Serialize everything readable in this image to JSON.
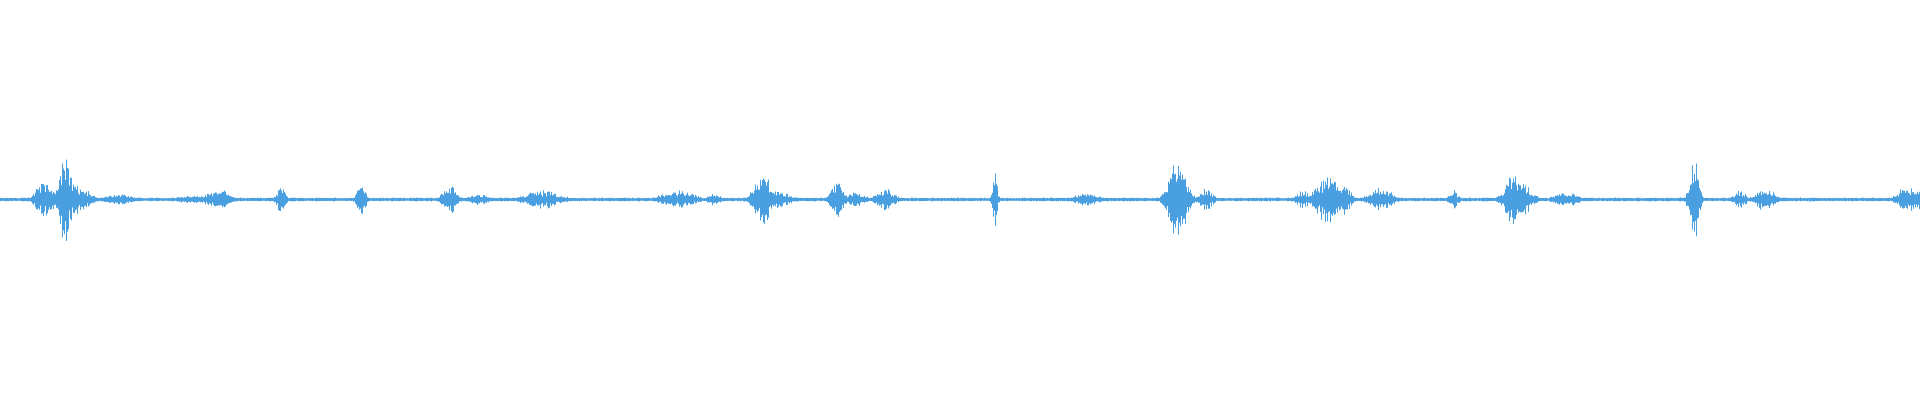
{
  "waveform": {
    "color": "#4a9fe0",
    "background": "#ffffff",
    "baseline_level": 0.0,
    "duration_fraction_markers": [],
    "bursts": [
      {
        "t": 0.023,
        "amp": 0.1,
        "spread": 0.004
      },
      {
        "t": 0.034,
        "amp": 0.24,
        "spread": 0.003
      },
      {
        "t": 0.038,
        "amp": 0.1,
        "spread": 0.004
      },
      {
        "t": 0.043,
        "amp": 0.06,
        "spread": 0.004
      },
      {
        "t": 0.062,
        "amp": 0.03,
        "spread": 0.006
      },
      {
        "t": 0.099,
        "amp": 0.02,
        "spread": 0.006
      },
      {
        "t": 0.112,
        "amp": 0.04,
        "spread": 0.006
      },
      {
        "t": 0.115,
        "amp": 0.06,
        "spread": 0.003
      },
      {
        "t": 0.146,
        "amp": 0.07,
        "spread": 0.002
      },
      {
        "t": 0.188,
        "amp": 0.08,
        "spread": 0.002
      },
      {
        "t": 0.234,
        "amp": 0.09,
        "spread": 0.003
      },
      {
        "t": 0.249,
        "amp": 0.03,
        "spread": 0.004
      },
      {
        "t": 0.282,
        "amp": 0.05,
        "spread": 0.008
      },
      {
        "t": 0.346,
        "amp": 0.03,
        "spread": 0.004
      },
      {
        "t": 0.355,
        "amp": 0.05,
        "spread": 0.006
      },
      {
        "t": 0.372,
        "amp": 0.03,
        "spread": 0.003
      },
      {
        "t": 0.397,
        "amp": 0.15,
        "spread": 0.004
      },
      {
        "t": 0.404,
        "amp": 0.05,
        "spread": 0.006
      },
      {
        "t": 0.436,
        "amp": 0.1,
        "spread": 0.003
      },
      {
        "t": 0.446,
        "amp": 0.04,
        "spread": 0.004
      },
      {
        "t": 0.461,
        "amp": 0.06,
        "spread": 0.004
      },
      {
        "t": 0.518,
        "amp": 0.22,
        "spread": 0.001
      },
      {
        "t": 0.566,
        "amp": 0.04,
        "spread": 0.005
      },
      {
        "t": 0.613,
        "amp": 0.24,
        "spread": 0.004
      },
      {
        "t": 0.628,
        "amp": 0.06,
        "spread": 0.003
      },
      {
        "t": 0.678,
        "amp": 0.05,
        "spread": 0.003
      },
      {
        "t": 0.691,
        "amp": 0.14,
        "spread": 0.005
      },
      {
        "t": 0.7,
        "amp": 0.08,
        "spread": 0.003
      },
      {
        "t": 0.719,
        "amp": 0.07,
        "spread": 0.005
      },
      {
        "t": 0.757,
        "amp": 0.05,
        "spread": 0.002
      },
      {
        "t": 0.788,
        "amp": 0.14,
        "spread": 0.004
      },
      {
        "t": 0.793,
        "amp": 0.1,
        "spread": 0.004
      },
      {
        "t": 0.815,
        "amp": 0.04,
        "spread": 0.006
      },
      {
        "t": 0.882,
        "amp": 0.26,
        "spread": 0.002
      },
      {
        "t": 0.906,
        "amp": 0.05,
        "spread": 0.003
      },
      {
        "t": 0.919,
        "amp": 0.07,
        "spread": 0.004
      },
      {
        "t": 0.993,
        "amp": 0.08,
        "spread": 0.004
      },
      {
        "t": 0.998,
        "amp": 0.06,
        "spread": 0.003
      }
    ]
  }
}
